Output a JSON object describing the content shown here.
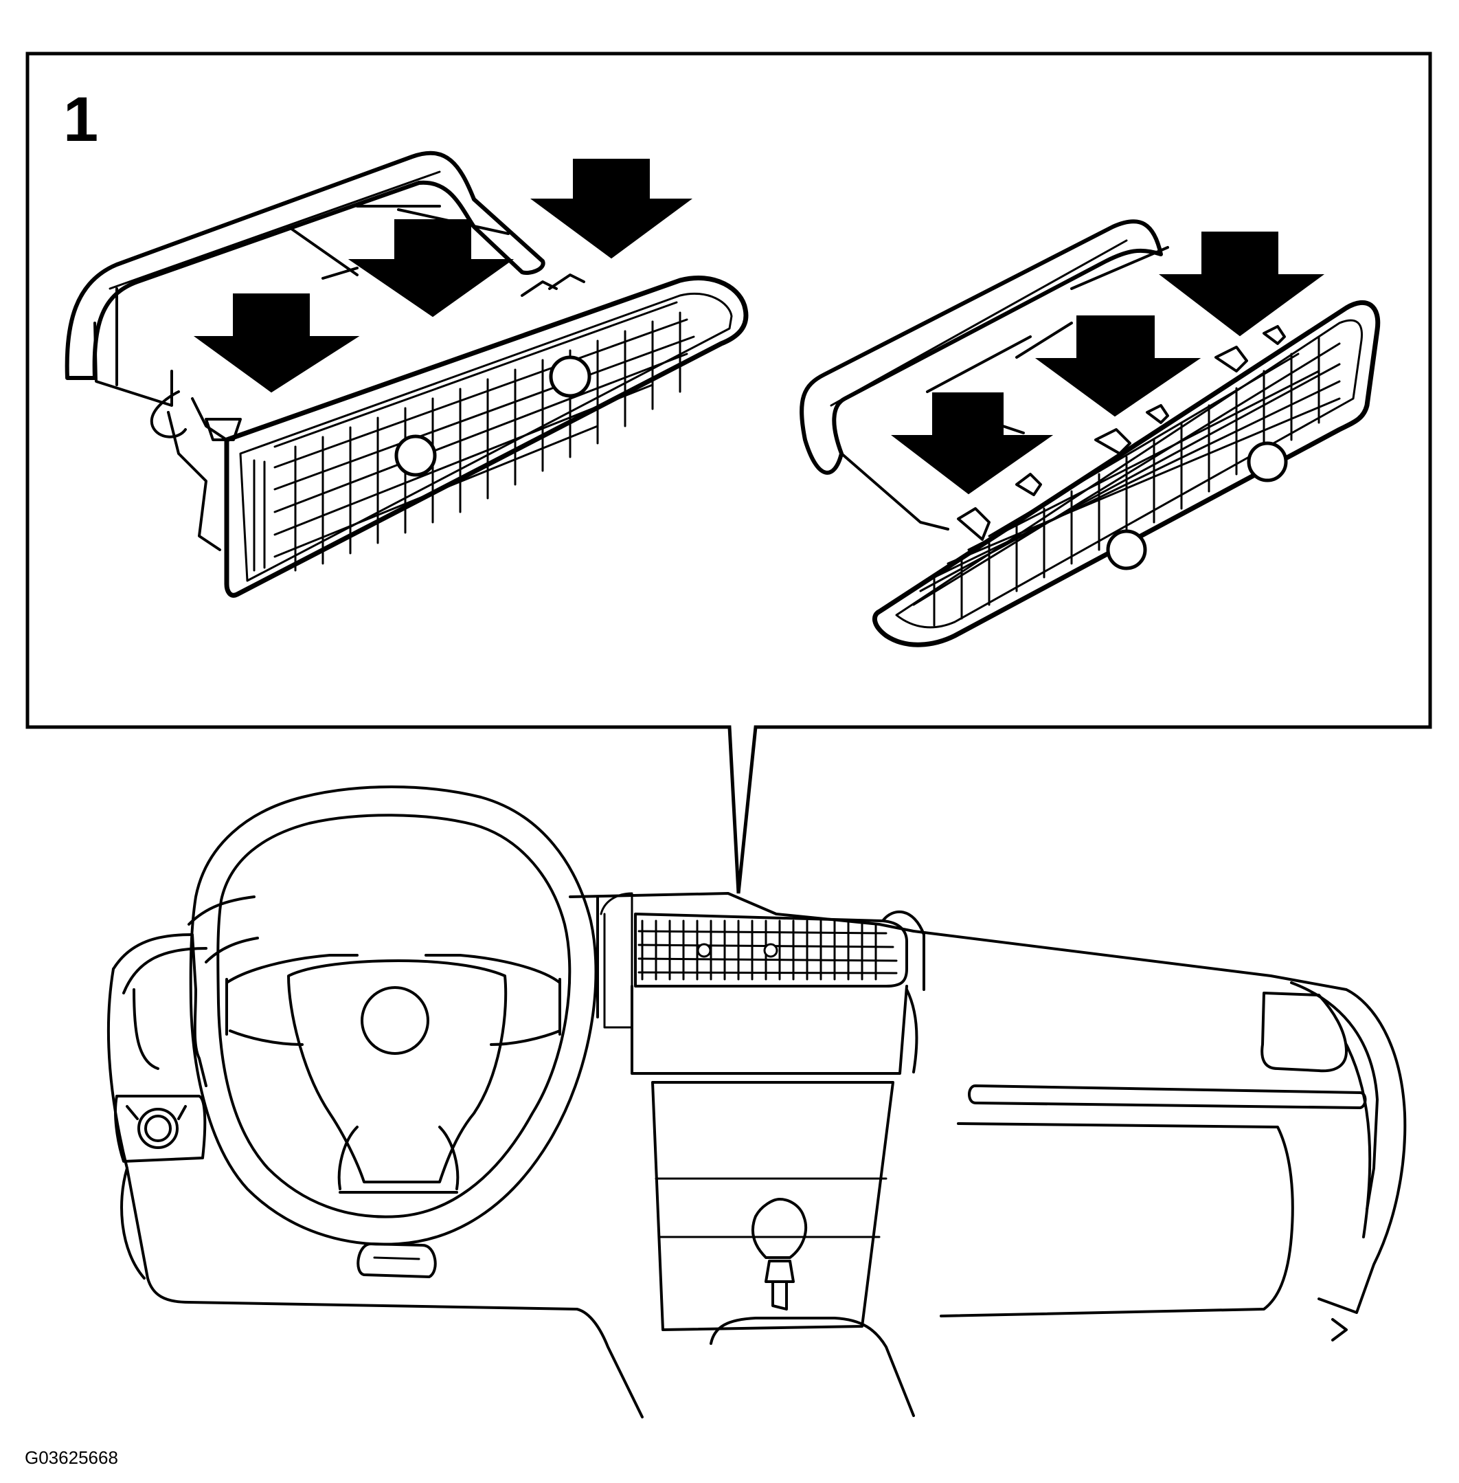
{
  "callout": {
    "step_number": "1"
  },
  "figure_id": "G03625668",
  "colors": {
    "line": "#000000",
    "background": "#ffffff",
    "arrow_fill": "#000000"
  },
  "arrows": {
    "count": 6,
    "direction": "down",
    "icon": "arrow-down-icon"
  }
}
